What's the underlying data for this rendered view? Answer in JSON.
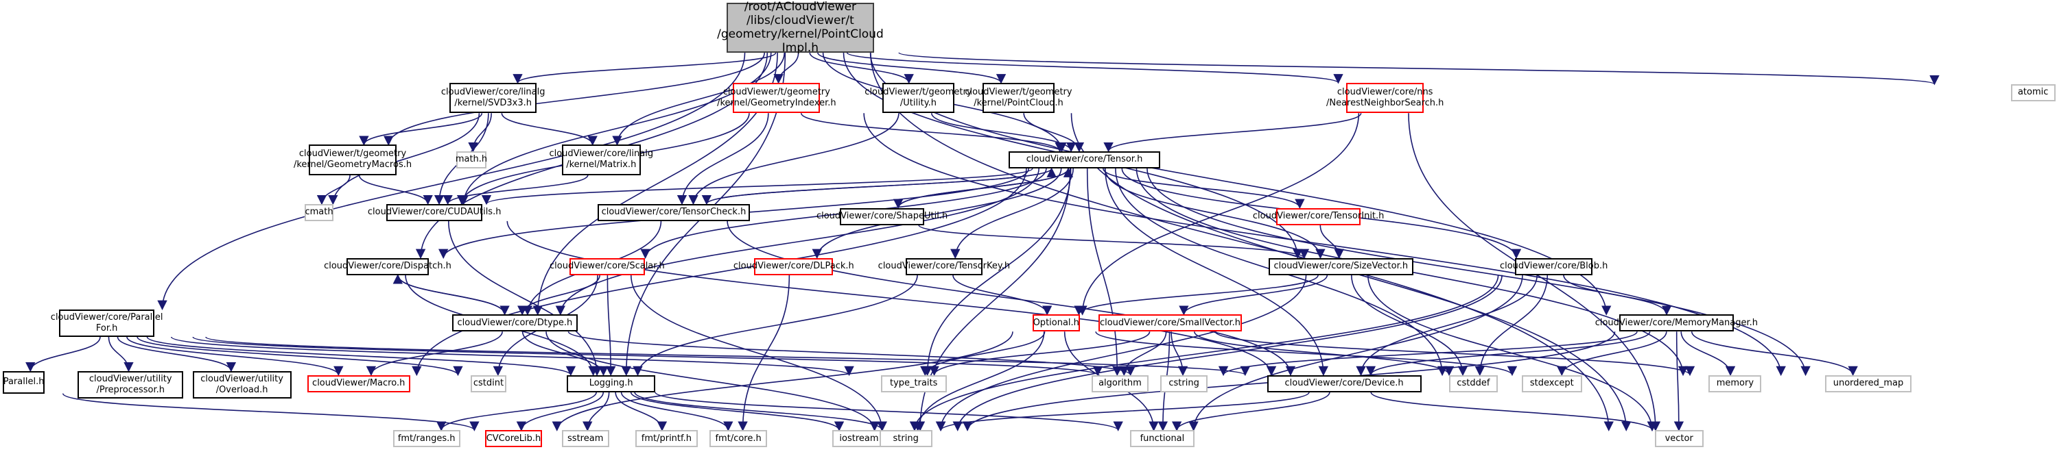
{
  "diagram": {
    "title": "/root/ACloudViewer/libs/cloudViewer/t/geometry/kernel/PointCloudImpl.h",
    "edge_color": "#191970",
    "nodes": [
      {
        "id": "root",
        "label": "/root/ACloudViewer\n/libs/cloudViewer/t\n/geometry/kernel/PointCloud\nImpl.h",
        "style": "root"
      },
      {
        "id": "svd",
        "label": "cloudViewer/core/linalg\n/kernel/SVD3x3.h",
        "style": "normal"
      },
      {
        "id": "gindexer",
        "label": "cloudViewer/t/geometry\n/kernel/GeometryIndexer.h",
        "style": "red"
      },
      {
        "id": "gutility",
        "label": "cloudViewer/t/geometry\n/Utility.h",
        "style": "normal"
      },
      {
        "id": "kpc",
        "label": "cloudViewer/t/geometry\n/kernel/PointCloud.h",
        "style": "normal"
      },
      {
        "id": "nns",
        "label": "cloudViewer/core/nns\n/NearestNeighborSearch.h",
        "style": "red"
      },
      {
        "id": "atomic",
        "label": "atomic",
        "style": "gray"
      },
      {
        "id": "gmacros",
        "label": "cloudViewer/t/geometry\n/kernel/GeometryMacros.h",
        "style": "normal"
      },
      {
        "id": "mathh",
        "label": "math.h",
        "style": "gray"
      },
      {
        "id": "matrix",
        "label": "cloudViewer/core/linalg\n/kernel/Matrix.h",
        "style": "normal"
      },
      {
        "id": "tensor",
        "label": "cloudViewer/core/Tensor.h",
        "style": "normal"
      },
      {
        "id": "cmath",
        "label": "cmath",
        "style": "gray"
      },
      {
        "id": "cudautils",
        "label": "cloudViewer/core/CUDAUtils.h",
        "style": "normal"
      },
      {
        "id": "tcheck",
        "label": "cloudViewer/core/TensorCheck.h",
        "style": "normal"
      },
      {
        "id": "shapeutil",
        "label": "cloudViewer/core/ShapeUtil.h",
        "style": "normal"
      },
      {
        "id": "tinit",
        "label": "cloudViewer/core/TensorInit.h",
        "style": "red"
      },
      {
        "id": "dispatch",
        "label": "cloudViewer/core/Dispatch.h",
        "style": "normal"
      },
      {
        "id": "scalar",
        "label": "cloudViewer/core/Scalar.h",
        "style": "red"
      },
      {
        "id": "dlpack",
        "label": "cloudViewer/core/DLPack.h",
        "style": "red"
      },
      {
        "id": "tkey",
        "label": "cloudViewer/core/TensorKey.h",
        "style": "normal"
      },
      {
        "id": "sizevec",
        "label": "cloudViewer/core/SizeVector.h",
        "style": "normal"
      },
      {
        "id": "blob",
        "label": "cloudViewer/core/Blob.h",
        "style": "normal"
      },
      {
        "id": "pfor",
        "label": "cloudViewer/core/Parallel\nFor.h",
        "style": "normal"
      },
      {
        "id": "dtype",
        "label": "cloudViewer/core/Dtype.h",
        "style": "normal"
      },
      {
        "id": "optional",
        "label": "Optional.h",
        "style": "red"
      },
      {
        "id": "smallvec",
        "label": "cloudViewer/core/SmallVector.h",
        "style": "red"
      },
      {
        "id": "memmgr",
        "label": "cloudViewer/core/MemoryManager.h",
        "style": "normal"
      },
      {
        "id": "parallel",
        "label": "Parallel.h",
        "style": "normal"
      },
      {
        "id": "preproc",
        "label": "cloudViewer/utility\n/Preprocessor.h",
        "style": "normal"
      },
      {
        "id": "overload",
        "label": "cloudViewer/utility\n/Overload.h",
        "style": "normal"
      },
      {
        "id": "macro",
        "label": "cloudViewer/Macro.h",
        "style": "red"
      },
      {
        "id": "cstdint",
        "label": "cstdint",
        "style": "gray"
      },
      {
        "id": "logging",
        "label": "Logging.h",
        "style": "normal"
      },
      {
        "id": "typetraits",
        "label": "type_traits",
        "style": "gray"
      },
      {
        "id": "algorithm",
        "label": "algorithm",
        "style": "gray"
      },
      {
        "id": "cstring",
        "label": "cstring",
        "style": "gray"
      },
      {
        "id": "device",
        "label": "cloudViewer/core/Device.h",
        "style": "normal"
      },
      {
        "id": "cstddef",
        "label": "cstddef",
        "style": "gray"
      },
      {
        "id": "stdexcept",
        "label": "stdexcept",
        "style": "gray"
      },
      {
        "id": "memory",
        "label": "memory",
        "style": "gray"
      },
      {
        "id": "umap",
        "label": "unordered_map",
        "style": "gray"
      },
      {
        "id": "fmtranges",
        "label": "fmt/ranges.h",
        "style": "gray"
      },
      {
        "id": "cvcorelib",
        "label": "CVCoreLib.h",
        "style": "red"
      },
      {
        "id": "sstream",
        "label": "sstream",
        "style": "gray"
      },
      {
        "id": "fmtprintf",
        "label": "fmt/printf.h",
        "style": "gray"
      },
      {
        "id": "fmtcore",
        "label": "fmt/core.h",
        "style": "gray"
      },
      {
        "id": "iostream",
        "label": "iostream",
        "style": "gray"
      },
      {
        "id": "string",
        "label": "string",
        "style": "gray"
      },
      {
        "id": "functional",
        "label": "functional",
        "style": "gray"
      },
      {
        "id": "vector",
        "label": "vector",
        "style": "gray"
      }
    ],
    "edges": [
      [
        "root",
        "svd"
      ],
      [
        "root",
        "gindexer"
      ],
      [
        "root",
        "gutility"
      ],
      [
        "root",
        "kpc"
      ],
      [
        "root",
        "nns"
      ],
      [
        "root",
        "atomic"
      ],
      [
        "root",
        "gmacros"
      ],
      [
        "root",
        "matrix"
      ],
      [
        "root",
        "tensor"
      ],
      [
        "root",
        "cudautils"
      ],
      [
        "root",
        "dispatch"
      ],
      [
        "root",
        "pfor"
      ],
      [
        "root",
        "dtype"
      ],
      [
        "root",
        "logging"
      ],
      [
        "root",
        "sizevec"
      ],
      [
        "root",
        "memmgr"
      ],
      [
        "root",
        "vector"
      ],
      [
        "svd",
        "gmacros"
      ],
      [
        "svd",
        "mathh"
      ],
      [
        "svd",
        "matrix"
      ],
      [
        "svd",
        "cudautils"
      ],
      [
        "svd",
        "cmath"
      ],
      [
        "gmacros",
        "cmath"
      ],
      [
        "gmacros",
        "cudautils"
      ],
      [
        "matrix",
        "cudautils"
      ],
      [
        "gindexer",
        "cudautils"
      ],
      [
        "gindexer",
        "tensor"
      ],
      [
        "gindexer",
        "tcheck"
      ],
      [
        "gindexer",
        "umap"
      ],
      [
        "gutility",
        "tensor"
      ],
      [
        "gutility",
        "tcheck"
      ],
      [
        "kpc",
        "tensor"
      ],
      [
        "kpc",
        "vector"
      ],
      [
        "nns",
        "tensor"
      ],
      [
        "nns",
        "optional"
      ],
      [
        "nns",
        "vector"
      ],
      [
        "tensor",
        "shapeutil"
      ],
      [
        "tensor",
        "tinit"
      ],
      [
        "tensor",
        "tcheck"
      ],
      [
        "tensor",
        "dispatch"
      ],
      [
        "tensor",
        "scalar"
      ],
      [
        "tensor",
        "dlpack"
      ],
      [
        "tensor",
        "tkey"
      ],
      [
        "tensor",
        "sizevec"
      ],
      [
        "tensor",
        "blob"
      ],
      [
        "tensor",
        "dtype"
      ],
      [
        "tensor",
        "device"
      ],
      [
        "tensor",
        "typetraits"
      ],
      [
        "tensor",
        "string"
      ],
      [
        "tensor",
        "algorithm"
      ],
      [
        "tensor",
        "cstddef"
      ],
      [
        "tensor",
        "memory"
      ],
      [
        "tensor",
        "umap"
      ],
      [
        "tensor",
        "macro"
      ],
      [
        "tensor",
        "cudautils"
      ],
      [
        "tcheck",
        "tensor"
      ],
      [
        "tcheck",
        "dtype"
      ],
      [
        "tcheck",
        "device"
      ],
      [
        "cudautils",
        "logging"
      ],
      [
        "cudautils",
        "device"
      ],
      [
        "shapeutil",
        "sizevec"
      ],
      [
        "shapeutil",
        "tensor"
      ],
      [
        "tinit",
        "sizevec"
      ],
      [
        "dispatch",
        "dtype"
      ],
      [
        "dispatch",
        "logging"
      ],
      [
        "scalar",
        "dtype"
      ],
      [
        "scalar",
        "logging"
      ],
      [
        "scalar",
        "cstdint"
      ],
      [
        "scalar",
        "string"
      ],
      [
        "dlpack",
        "fmtcore"
      ],
      [
        "tkey",
        "optional"
      ],
      [
        "tkey",
        "logging"
      ],
      [
        "sizevec",
        "optional"
      ],
      [
        "sizevec",
        "smallvec"
      ],
      [
        "sizevec",
        "cstddef"
      ],
      [
        "sizevec",
        "string"
      ],
      [
        "sizevec",
        "vector"
      ],
      [
        "blob",
        "device"
      ],
      [
        "blob",
        "memmgr"
      ],
      [
        "blob",
        "cstddef"
      ],
      [
        "blob",
        "string"
      ],
      [
        "blob",
        "functional"
      ],
      [
        "blob",
        "iostream"
      ],
      [
        "pfor",
        "parallel"
      ],
      [
        "pfor",
        "preproc"
      ],
      [
        "pfor",
        "overload"
      ],
      [
        "pfor",
        "macro"
      ],
      [
        "pfor",
        "cstdint"
      ],
      [
        "pfor",
        "logging"
      ],
      [
        "pfor",
        "device"
      ],
      [
        "pfor",
        "typetraits"
      ],
      [
        "pfor",
        "cstring"
      ],
      [
        "dtype",
        "dispatch"
      ],
      [
        "dtype",
        "macro"
      ],
      [
        "dtype",
        "logging"
      ],
      [
        "dtype",
        "string"
      ],
      [
        "dtype",
        "cstring"
      ],
      [
        "optional",
        "typetraits"
      ],
      [
        "optional",
        "string"
      ],
      [
        "optional",
        "functional"
      ],
      [
        "optional",
        "cvcorelib"
      ],
      [
        "optional",
        "stdexcept"
      ],
      [
        "smallvec",
        "algorithm"
      ],
      [
        "smallvec",
        "cstring"
      ],
      [
        "smallvec",
        "cstddef"
      ],
      [
        "smallvec",
        "functional"
      ],
      [
        "smallvec",
        "typetraits"
      ],
      [
        "smallvec",
        "memory"
      ],
      [
        "memmgr",
        "device"
      ],
      [
        "memmgr",
        "memory"
      ],
      [
        "memmgr",
        "stdexcept"
      ],
      [
        "memmgr",
        "umap"
      ],
      [
        "memmgr",
        "string"
      ],
      [
        "memmgr",
        "cstring"
      ],
      [
        "memmgr",
        "vector"
      ],
      [
        "parallel",
        "cvcorelib"
      ],
      [
        "logging",
        "fmtranges"
      ],
      [
        "logging",
        "cvcorelib"
      ],
      [
        "logging",
        "sstream"
      ],
      [
        "logging",
        "fmtprintf"
      ],
      [
        "logging",
        "fmtcore"
      ],
      [
        "logging",
        "iostream"
      ],
      [
        "logging",
        "string"
      ],
      [
        "logging",
        "functional"
      ],
      [
        "device",
        "string"
      ],
      [
        "device",
        "vector"
      ],
      [
        "device",
        "functional"
      ]
    ]
  }
}
